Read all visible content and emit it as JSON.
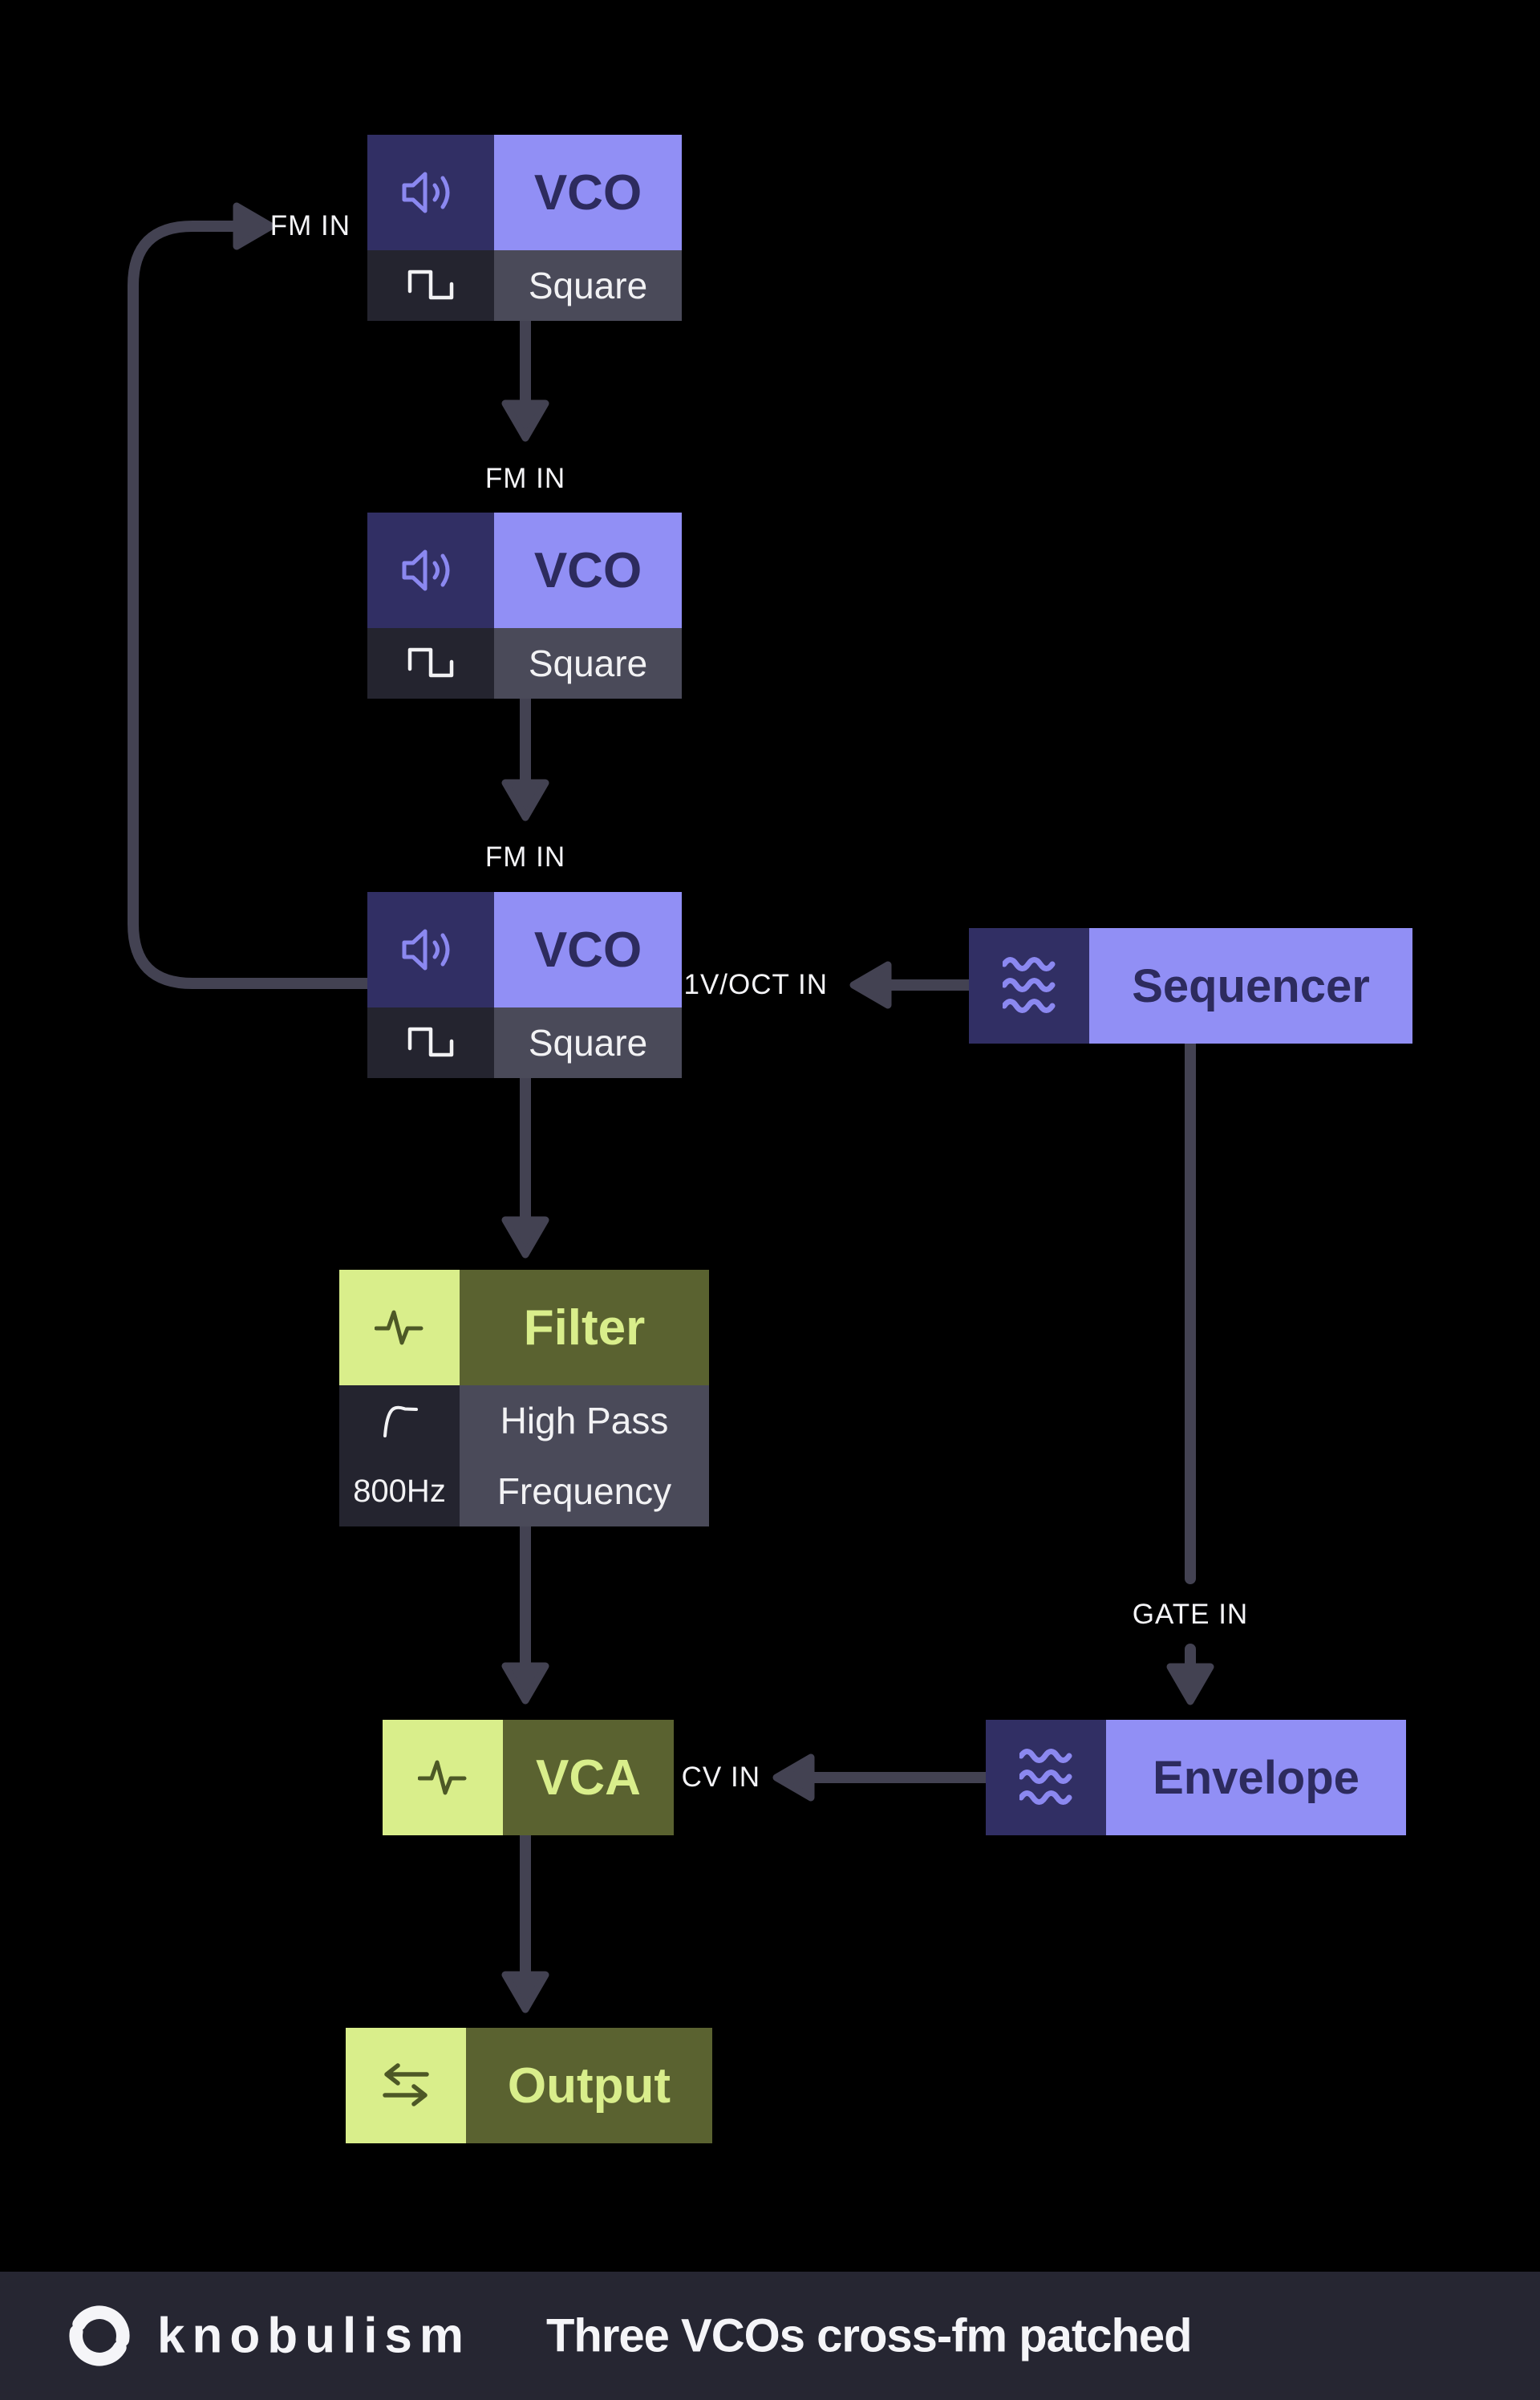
{
  "colors": {
    "background": "#000000",
    "cell_indigo": "#312F64",
    "cell_purple": "#918FF5",
    "title_ink": "#2D2B5E",
    "cell_dark": "#24242F",
    "cell_gray": "#4A4A59",
    "cell_green": "#D9EE8B",
    "cell_olive": "#5A6230",
    "olive_ink": "#4D5826",
    "icon_purple": "#8B88F0",
    "wire": "#434252",
    "text_light": "#F2F2F4",
    "footer_bg": "#262632"
  },
  "labels": {
    "fm_in_top": "FM IN",
    "fm_in_mid": "FM IN",
    "fm_in_bottom": "FM IN",
    "v_oct_in": "1V/OCT IN",
    "gate_in": "GATE IN",
    "cv_in": "CV IN"
  },
  "nodes": {
    "vco1": {
      "title": "VCO",
      "icon": "speaker-icon",
      "wave_icon": "square-wave-icon",
      "wave_label": "Square"
    },
    "vco2": {
      "title": "VCO",
      "icon": "speaker-icon",
      "wave_icon": "square-wave-icon",
      "wave_label": "Square"
    },
    "vco3": {
      "title": "VCO",
      "icon": "speaker-icon",
      "wave_icon": "square-wave-icon",
      "wave_label": "Square"
    },
    "sequencer": {
      "title": "Sequencer",
      "icon": "waves-icon"
    },
    "filter": {
      "title": "Filter",
      "icon": "pulse-icon",
      "rows": [
        {
          "icon": "highpass-curve-icon",
          "label": "High Pass"
        },
        {
          "value": "800Hz",
          "label": "Frequency"
        }
      ]
    },
    "vca": {
      "title": "VCA",
      "icon": "pulse-icon"
    },
    "envelope": {
      "title": "Envelope",
      "icon": "waves-icon"
    },
    "output": {
      "title": "Output",
      "icon": "transfer-arrows-icon"
    }
  },
  "footer": {
    "brand": "knobulism",
    "title": "Three VCOs cross-fm patched",
    "logo": "knob-rotation-logo"
  }
}
